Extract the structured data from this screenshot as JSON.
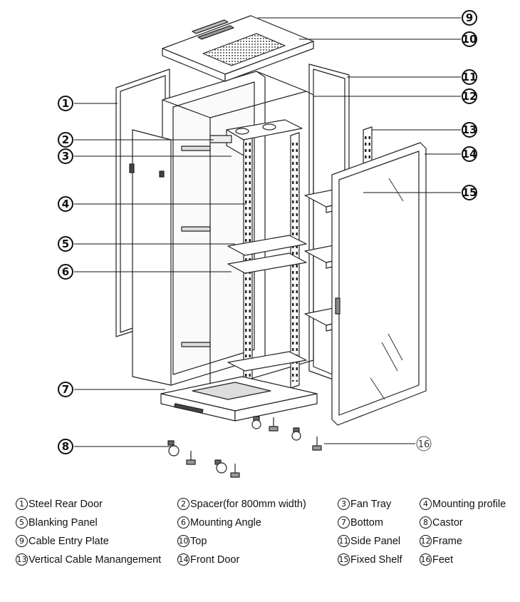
{
  "callouts": [
    {
      "num": "1"
    },
    {
      "num": "2"
    },
    {
      "num": "3"
    },
    {
      "num": "4"
    },
    {
      "num": "5"
    },
    {
      "num": "6"
    },
    {
      "num": "7"
    },
    {
      "num": "8"
    },
    {
      "num": "9"
    },
    {
      "num": "10"
    },
    {
      "num": "11"
    },
    {
      "num": "12"
    },
    {
      "num": "13"
    },
    {
      "num": "14"
    },
    {
      "num": "15"
    },
    {
      "num": "16"
    }
  ],
  "legend": [
    {
      "num": "1",
      "label": "Steel Rear Door"
    },
    {
      "num": "2",
      "label": "Spacer(for 800mm width)"
    },
    {
      "num": "3",
      "label": "Fan Tray"
    },
    {
      "num": "4",
      "label": "Mounting profile"
    },
    {
      "num": "5",
      "label": "Blanking Panel"
    },
    {
      "num": "6",
      "label": "Mounting Angle"
    },
    {
      "num": "7",
      "label": "Bottom"
    },
    {
      "num": "8",
      "label": "Castor"
    },
    {
      "num": "9",
      "label": "Cable Entry Plate"
    },
    {
      "num": "10",
      "label": "Top"
    },
    {
      "num": "11",
      "label": "Side Panel"
    },
    {
      "num": "12",
      "label": "Frame"
    },
    {
      "num": "13",
      "label": "Vertical Cable Manangement"
    },
    {
      "num": "14",
      "label": "Front Door"
    },
    {
      "num": "15",
      "label": "Fixed Shelf"
    },
    {
      "num": "16",
      "label": "Feet"
    }
  ]
}
